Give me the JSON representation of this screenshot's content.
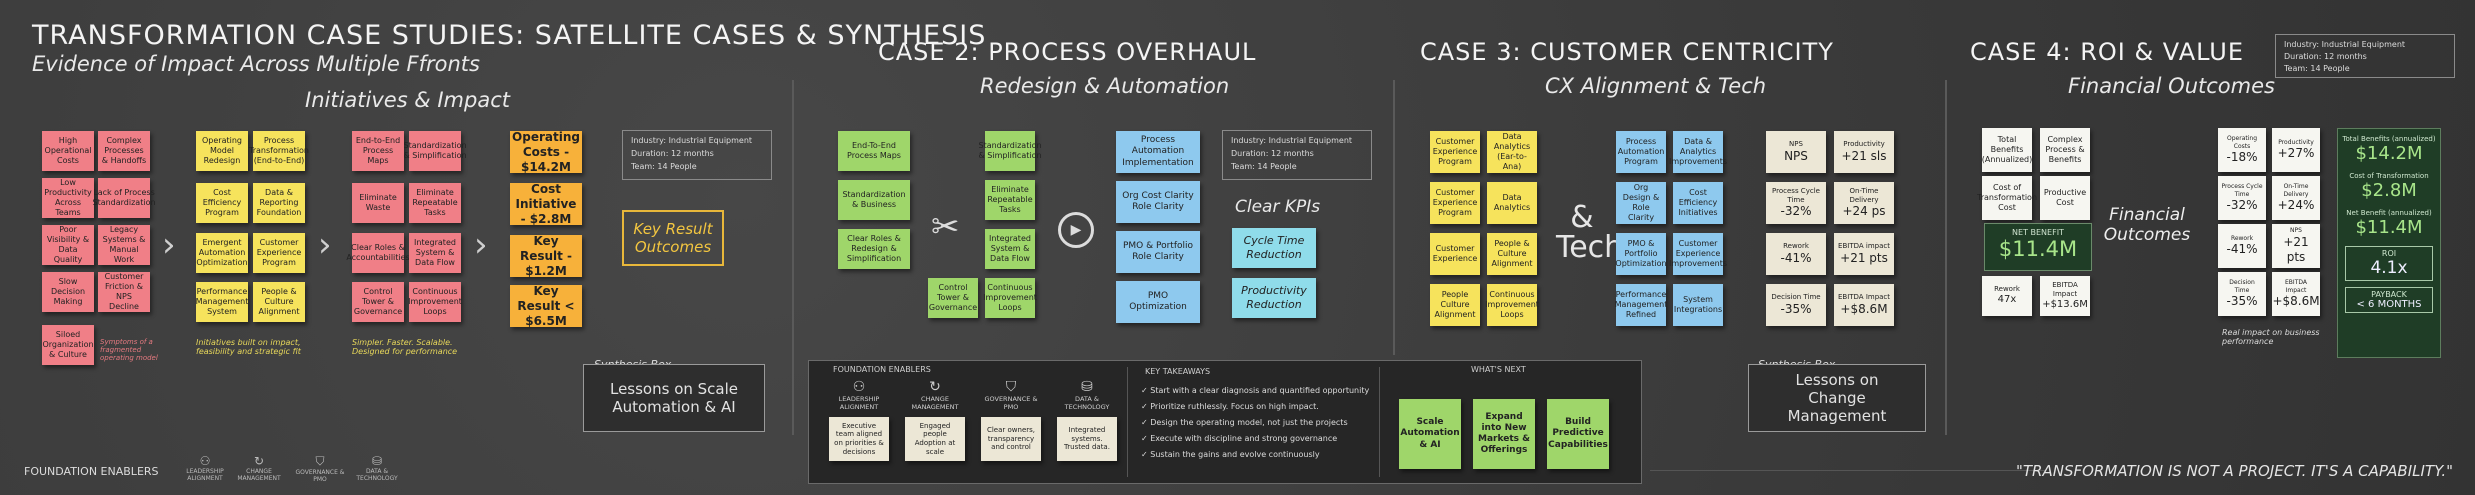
{
  "title": "TRANSFORMATION CASE STUDIES: SATELLITE CASES & SYNTHESIS",
  "subtitle": "Evidence of Impact Across Multiple Ffronts",
  "section1": {
    "heading": "Initiatives & Impact",
    "col1": [
      "High Operational Costs",
      "Complex Processes & Handoffs",
      "Low Productivity Across Teams",
      "Lack of Process Standardization",
      "Poor Visibility & Data Quality",
      "Legacy Systems & Manual Work",
      "Slow Decision Making",
      "Customer Friction & NPS Decline",
      "Siloed Organization & Culture"
    ],
    "col1_note": "Symptoms of a fragmented operating model",
    "col2": [
      "Operating Model Redesign",
      "Process Transformation (End-to-End)",
      "Cost Efficiency Program",
      "Data & Reporting Foundation",
      "Emergent Automation Optimization",
      "Customer Experience Program",
      "Performance Management System",
      "People & Culture Alignment"
    ],
    "col2_note": "Initiatives built on impact, feasibility and strategic fit",
    "col3": [
      "End-to-End Process Maps",
      "Standardization & Simplification",
      "Eliminate Waste",
      "Eliminate Repeatable Tasks",
      "Clear Roles & Accountabilities",
      "Integrated System & Data Flow",
      "Control Tower & Governance",
      "Continuous Improvement Loops"
    ],
    "col3_note": "Simpler. Faster. Scalable. Designed for performance",
    "col4": [
      "Operating Costs - $14.2M",
      "Cost Initiative - $2.8M",
      "Key Result - $1.2M",
      "Key Result < $6.5M"
    ],
    "key_result": "Key Result Outcomes",
    "info": [
      "Industry: Industrial Equipment",
      "Duration: 12 months",
      "Team: 14 People"
    ],
    "synthesis_label": "Synthesis Box",
    "synthesis_text": "Lessons on Scale Automation & AI"
  },
  "case2": {
    "heading": "CASE 2: PROCESS OVERHAUL",
    "subheading": "Redesign & Automation",
    "greens": [
      "End-To-End Process Maps",
      "Standardization & Business",
      "Clear Roles & Redesign & Simplification",
      "Standardization & Simplification",
      "Eliminate Repeatable Tasks",
      "Integrated System & Data Flow",
      "Control Tower & Governance",
      "Continuous Improvement Loops"
    ],
    "blues": [
      "Process Automation Implementation",
      "Org Cost Clarity Role Clarity",
      "PMO & Portfolio Role Clarity",
      "PMO Optimization"
    ],
    "kpi_label": "Clear KPIs",
    "kpis": [
      "Cycle Time Reduction",
      "Productivity Reduction"
    ],
    "info": [
      "Industry: Industrial Equipment",
      "Duration: 12 months",
      "Team: 14 People"
    ]
  },
  "foundation": {
    "label": "FOUNDATION ENABLERS",
    "items": [
      {
        "icon": "people-icon",
        "title": "LEADERSHIP ALIGNMENT",
        "note": "Executive team aligned on priorities & decisions"
      },
      {
        "icon": "refresh-icon",
        "title": "CHANGE MANAGEMENT",
        "note": "Engaged people Adoption at scale"
      },
      {
        "icon": "shield-icon",
        "title": "GOVERNANCE & PMO",
        "note": "Clear owners, transparency and control"
      },
      {
        "icon": "database-icon",
        "title": "DATA & TECHNOLOGY",
        "note": "Integrated systems. Trusted data."
      }
    ],
    "takeaways_label": "KEY TAKEAWAYS",
    "takeaways": [
      "Start with a clear diagnosis and quantified opportunity",
      "Prioritize ruthlessly. Focus on high impact.",
      "Design the operating model, not just the projects",
      "Execute with discipline and strong governance",
      "Sustain the gains and evolve continuously"
    ],
    "next_label": "WHAT'S NEXT",
    "next": [
      "Scale Automation & AI",
      "Expand into New Markets & Offerings",
      "Build Predictive Capabilities"
    ]
  },
  "case3": {
    "heading": "CASE 3: CUSTOMER CENTRICITY",
    "subheading": "CX Alignment & Tech",
    "yellows": [
      "Customer Experience Program",
      "Data Analytics (Ear-to-Ana)",
      "Customer Experience Program",
      "Data Analytics",
      "Customer Experience",
      "People & Culture Alignment",
      "People Culture Alignment",
      "Continuous Improvement Loops"
    ],
    "amp": "& Tech",
    "blues": [
      "Process Automation Program",
      "Data & Analytics Improvements",
      "Org Design & Role Clarity",
      "Cost Efficiency Initiatives",
      "PMO & Portfolio Optimization",
      "Customer Experience Improvements",
      "Performance Management Refined",
      "System Integrations"
    ],
    "metrics": [
      {
        "label": "NPS",
        "sub": "NPS",
        "value": "Productivity",
        "delta": "+21 sls"
      },
      {
        "label": "Process Cycle Time",
        "sub": "-32%",
        "value": "On-Time Delivery",
        "delta": "+24 ps"
      },
      {
        "label": "Rework",
        "sub": "-41%",
        "value": "EBITDA impact",
        "delta": "+21 pts"
      },
      {
        "label": "Decision Time",
        "sub": "-35%",
        "value": "EBITDA Impact",
        "delta": "+$8.6M"
      }
    ],
    "synthesis_label": "Synthesis Box",
    "synthesis_text": "Lessons on Change Management"
  },
  "case4": {
    "heading": "CASE 4: ROI & VALUE",
    "subheading": "Financial Outcomes",
    "info": [
      "Industry: Industrial Equipment",
      "Duration: 12 months",
      "Team: 14 People"
    ],
    "left_notes": [
      "Total Benefits (Annualized)",
      "Complex Process & Benefits",
      "Cost of Transformation Cost",
      "Productive Cost"
    ],
    "net_benefit_label": "NET BENEFIT",
    "net_benefit_value": "$11.4M",
    "bottom_notes": [
      {
        "t": "Rework",
        "v": "47x"
      },
      {
        "t": "EBITDA Impact",
        "v": "+$13.6M"
      }
    ],
    "center_label": "Financial Outcomes",
    "grid": [
      {
        "t": "Operating Costs",
        "v": "-18%"
      },
      {
        "t": "Productivity",
        "v": "+27%"
      },
      {
        "t": "Process Cycle Time",
        "v": "-32%"
      },
      {
        "t": "On-Time Delivery",
        "v": "+24%"
      },
      {
        "t": "Rework",
        "v": "-41%"
      },
      {
        "t": "NPS",
        "v": "+21 pts"
      },
      {
        "t": "Decision Time",
        "v": "-35%"
      },
      {
        "t": "EBITDA Impact",
        "v": "+$8.6M"
      }
    ],
    "grid_note": "Real impact on business performance",
    "board": [
      {
        "t": "Total Benefits (annualized)",
        "v": "$14.2M"
      },
      {
        "t": "Cost of Transformation",
        "v": "$2.8M"
      },
      {
        "t": "Net Benefit (annualized)",
        "v": "$11.4M"
      }
    ],
    "roi_label": "ROI",
    "roi_value": "4.1x",
    "payback_label": "PAYBACK",
    "payback_value": "< 6 MONTHS"
  },
  "footer": {
    "label": "FOUNDATION ENABLERS",
    "items": [
      "LEADERSHIP ALIGNMENT",
      "CHANGE MANAGEMENT",
      "GOVERNANCE & PMO",
      "DATA & TECHNOLOGY"
    ],
    "quote": "\"TRANSFORMATION IS NOT A PROJECT. IT'S A CAPABILITY.\""
  },
  "colors": {
    "pink": "#f07f87",
    "yellow": "#f6e35c",
    "orange": "#f7b13a",
    "green": "#9fd66a",
    "blue": "#8ec9ee",
    "board": "#1f3d26"
  }
}
